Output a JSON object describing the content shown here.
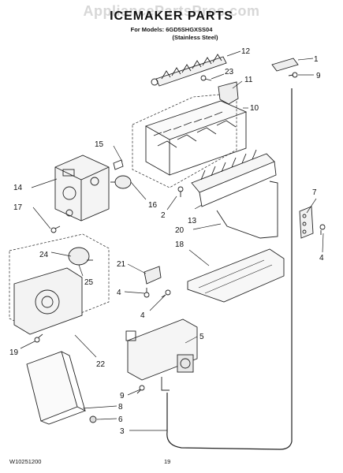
{
  "watermark": "AppliancePartsPros.com",
  "title": "ICEMAKER PARTS",
  "models_line": "For Models: 6GD5SHGXSS04",
  "material_line": "(Stainless Steel)",
  "callouts": [
    "1",
    "2",
    "3",
    "4",
    "5",
    "6",
    "7",
    "8",
    "9",
    "10",
    "11",
    "12",
    "13",
    "14",
    "15",
    "16",
    "17",
    "18",
    "19",
    "20",
    "21",
    "22",
    "23",
    "24",
    "25"
  ],
  "labels": {
    "l12": "12",
    "l1": "1",
    "l23": "23",
    "l9a": "9",
    "l11": "11",
    "l10": "10",
    "l15": "15",
    "l14": "14",
    "l16": "16",
    "l17": "17",
    "l2": "2",
    "l13": "13",
    "l20": "20",
    "l7": "7",
    "l4a": "4",
    "l18": "18",
    "l24": "24",
    "l25": "25",
    "l21": "21",
    "l4b": "4",
    "l4c": "4",
    "l5": "5",
    "l19": "19",
    "l22": "22",
    "l9b": "9",
    "l8": "8",
    "l6": "6",
    "l3": "3"
  },
  "footer_code": "W10251200",
  "page_number": "19"
}
